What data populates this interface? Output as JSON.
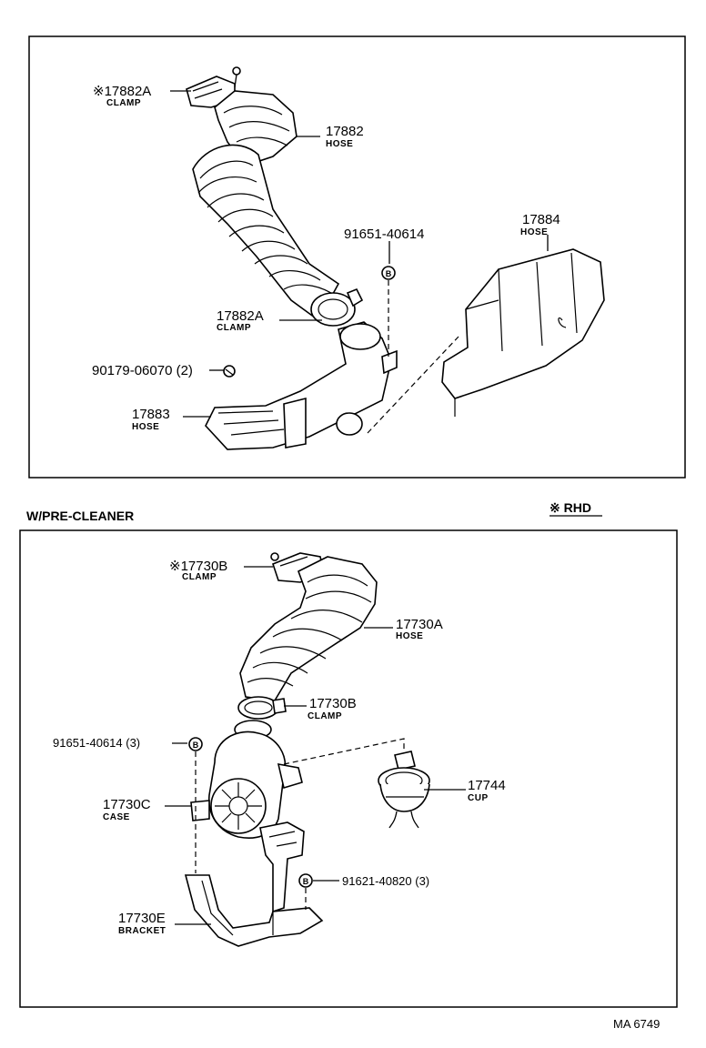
{
  "top_panel": {
    "parts": [
      {
        "id": "clamp_a_top",
        "number": "17882A",
        "name": "CLAMP",
        "marker": "※"
      },
      {
        "id": "hose_17882",
        "number": "17882",
        "name": "HOSE"
      },
      {
        "id": "bolt_a",
        "number": "91651-40614",
        "name": ""
      },
      {
        "id": "hose_17884",
        "number": "17884",
        "name": "HOSE"
      },
      {
        "id": "clamp_a_mid",
        "number": "17882A",
        "name": "CLAMP"
      },
      {
        "id": "clip",
        "number": "90179-06070 (2)",
        "name": ""
      },
      {
        "id": "hose_17883",
        "number": "17883",
        "name": "HOSE"
      }
    ],
    "bolt_marker": "B"
  },
  "bottom_panel": {
    "title": "W/PRE-CLEANER",
    "note": "※ RHD",
    "parts": [
      {
        "id": "clamp_b_top",
        "number": "17730B",
        "name": "CLAMP",
        "marker": "※"
      },
      {
        "id": "hose_17730a",
        "number": "17730A",
        "name": "HOSE"
      },
      {
        "id": "clamp_b_mid",
        "number": "17730B",
        "name": "CLAMP"
      },
      {
        "id": "bolt_b1",
        "number": "91651-40614 (3)",
        "name": ""
      },
      {
        "id": "cup",
        "number": "17744",
        "name": "CUP"
      },
      {
        "id": "case",
        "number": "17730C",
        "name": "CASE"
      },
      {
        "id": "bolt_b2",
        "number": "91621-40820 (3)",
        "name": ""
      },
      {
        "id": "bracket",
        "number": "17730E",
        "name": "BRACKET"
      }
    ],
    "bolt_marker": "B"
  },
  "drawing_code": "MA 6749"
}
